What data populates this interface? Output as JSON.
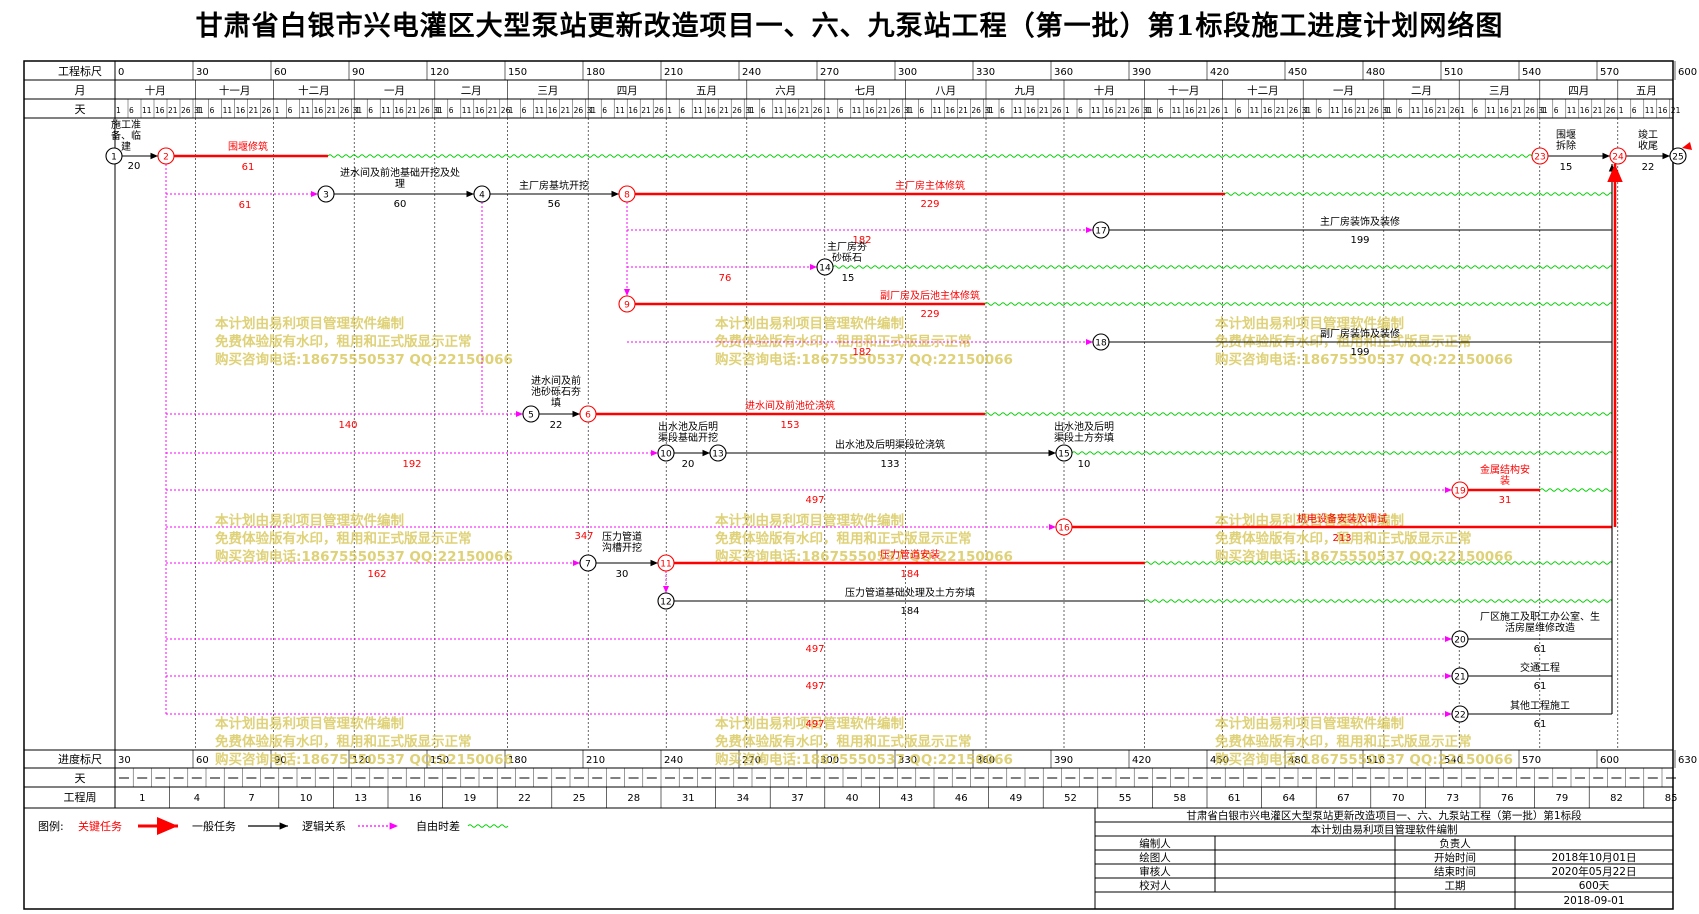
{
  "title": "甘肃省白银市兴电灌区大型泵站更新改造项目一、六、九泵站工程（第一批）第1标段施工进度计划网络图",
  "top_scale": {
    "label": "工程标尺",
    "ticks": [
      "0",
      "30",
      "60",
      "90",
      "120",
      "150",
      "180",
      "210",
      "240",
      "270",
      "300",
      "330",
      "360",
      "390",
      "420",
      "450",
      "480",
      "510",
      "540",
      "570",
      "600"
    ]
  },
  "month_row": {
    "label": "月",
    "months": [
      "十月",
      "十一月",
      "十二月",
      "一月",
      "二月",
      "三月",
      "四月",
      "五月",
      "六月",
      "七月",
      "八月",
      "九月",
      "十月",
      "十一月",
      "十二月",
      "一月",
      "二月",
      "三月",
      "四月",
      "五月"
    ]
  },
  "day_row": {
    "label": "天"
  },
  "bottom_scale": {
    "label": "进度标尺",
    "ticks": [
      "30",
      "60",
      "90",
      "120",
      "150",
      "180",
      "210",
      "240",
      "270",
      "300",
      "330",
      "360",
      "390",
      "420",
      "450",
      "480",
      "510",
      "540",
      "570",
      "600",
      "630"
    ]
  },
  "bottom_day_label": "天",
  "week_row": {
    "label": "工程周",
    "weeks": [
      "1",
      "4",
      "7",
      "10",
      "13",
      "16",
      "19",
      "22",
      "25",
      "28",
      "31",
      "34",
      "37",
      "40",
      "43",
      "46",
      "49",
      "52",
      "55",
      "58",
      "61",
      "64",
      "67",
      "70",
      "73",
      "76",
      "79",
      "82",
      "85"
    ]
  },
  "activities": [
    {
      "name": "施工准备、临建",
      "dur": "20"
    },
    {
      "name": "围堰修筑",
      "dur": "61"
    },
    {
      "name": "",
      "dur": "61"
    },
    {
      "name": "进水间及前池基础开挖及处理",
      "dur": "60"
    },
    {
      "name": "主厂房基坑开挖",
      "dur": "56"
    },
    {
      "name": "主厂房主体修筑",
      "dur": "229"
    },
    {
      "name": "主厂房装饰及装修",
      "dur": "199"
    },
    {
      "name": "",
      "dur": "182"
    },
    {
      "name": "主厂房夯砂砾石",
      "dur": "15"
    },
    {
      "name": "",
      "dur": "76"
    },
    {
      "name": "副厂房及后池主体修筑",
      "dur": "229"
    },
    {
      "name": "副厂房装饰及装修",
      "dur": "199"
    },
    {
      "name": "",
      "dur": "182"
    },
    {
      "name": "进水间及前池砂砾石夯填",
      "dur": "22"
    },
    {
      "name": "",
      "dur": "140"
    },
    {
      "name": "进水间及前池砼浇筑",
      "dur": "153"
    },
    {
      "name": "出水池及后明渠段基础开挖",
      "dur": "20"
    },
    {
      "name": "出水池及后明渠段砼浇筑",
      "dur": "133"
    },
    {
      "name": "出水池及后明渠段土方夯填",
      "dur": "10"
    },
    {
      "name": "",
      "dur": "192"
    },
    {
      "name": "金属结构安装",
      "dur": "31"
    },
    {
      "name": "",
      "dur": "497"
    },
    {
      "name": "机电设备安装及调试",
      "dur": "213"
    },
    {
      "name": "压力管道沟槽开挖",
      "dur": "30"
    },
    {
      "name": "",
      "dur": "162"
    },
    {
      "name": "",
      "dur": "347"
    },
    {
      "name": "压力管道安装",
      "dur": "184"
    },
    {
      "name": "压力管道基础处理及土方夯填",
      "dur": "184"
    },
    {
      "name": "厂区施工及职工办公室、生活房屋维修改造",
      "dur": "61"
    },
    {
      "name": "交通工程",
      "dur": "61"
    },
    {
      "name": "其他工程施工",
      "dur": "61"
    },
    {
      "name": "围堰拆除",
      "dur": "15"
    },
    {
      "name": "竣工收尾",
      "dur": "22"
    }
  ],
  "nodes": [
    "1",
    "2",
    "3",
    "4",
    "5",
    "6",
    "7",
    "8",
    "9",
    "10",
    "11",
    "12",
    "13",
    "14",
    "15",
    "16",
    "17",
    "18",
    "19",
    "20",
    "21",
    "22",
    "23",
    "24",
    "25"
  ],
  "watermark": {
    "line1": "本计划由易利项目管理软件编制",
    "line2": "免费体验版有水印，租用和正式版显示正常",
    "line3": "购买咨询电话:18675550537 QQ:22150066"
  },
  "legend": {
    "label": "图例:",
    "critical": "关键任务",
    "normal": "一般任务",
    "logic": "逻辑关系",
    "float": "自由时差"
  },
  "title_block": {
    "project": "甘肃省白银市兴电灌区大型泵站更新改造项目一、六、九泵站工程（第一批）第1标段",
    "software": "本计划由易利项目管理软件编制",
    "rows": [
      {
        "a": "编制人",
        "b": "",
        "c": "负责人",
        "d": ""
      },
      {
        "a": "绘图人",
        "b": "",
        "c": "开始时间",
        "d": "2018年10月01日"
      },
      {
        "a": "审核人",
        "b": "",
        "c": "结束时间",
        "d": "2020年05月22日"
      },
      {
        "a": "校对人",
        "b": "",
        "c": "工期",
        "d": "600天"
      }
    ],
    "date": "2018-09-01"
  },
  "colors": {
    "critical": "#ff0000",
    "normal": "#000000",
    "logic": "#ff00ff",
    "float": "#00cc00",
    "watermark": "#d4c24a"
  }
}
